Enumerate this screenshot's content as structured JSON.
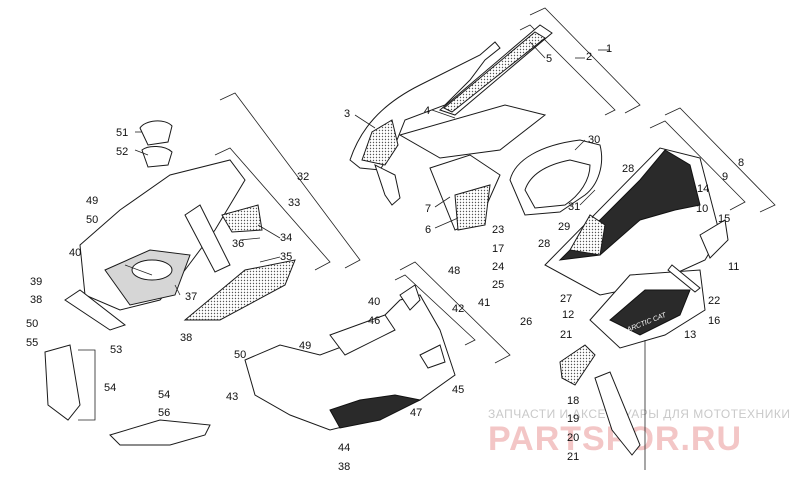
{
  "watermark": {
    "subtitle": "ЗАПЧАСТИ И АКСЕССУАРЫ ДЛЯ МОТОТЕХНИКИ",
    "brand": "PARTSFOR.RU"
  },
  "decal_text": "ARCTIC CAT",
  "callouts": {
    "c1": "1",
    "c2": "2",
    "c3": "3",
    "c4": "4",
    "c5": "5",
    "c6": "6",
    "c7": "7",
    "c8": "8",
    "c9": "9",
    "c10": "10",
    "c11": "11",
    "c12": "12",
    "c13": "13",
    "c14": "14",
    "c15": "15",
    "c16": "16",
    "c17": "17",
    "c18": "18",
    "c19": "19",
    "c20": "20",
    "c21a": "21",
    "c21b": "21",
    "c22": "22",
    "c23": "23",
    "c24": "24",
    "c25": "25",
    "c26": "26",
    "c27": "27",
    "c28a": "28",
    "c28b": "28",
    "c29": "29",
    "c30": "30",
    "c31": "31",
    "c32": "32",
    "c33": "33",
    "c34": "34",
    "c35": "35",
    "c36": "36",
    "c37": "37",
    "c38a": "38",
    "c38b": "38",
    "c38c": "38",
    "c39": "39",
    "c40a": "40",
    "c40b": "40",
    "c41": "41",
    "c42": "42",
    "c43": "43",
    "c44": "44",
    "c45": "45",
    "c46": "46",
    "c47": "47",
    "c48": "48",
    "c49a": "49",
    "c49b": "49",
    "c50a": "50",
    "c50b": "50",
    "c50c": "50",
    "c51": "51",
    "c52": "52",
    "c53": "53",
    "c54a": "54",
    "c54b": "54",
    "c55": "55",
    "c56": "56"
  }
}
